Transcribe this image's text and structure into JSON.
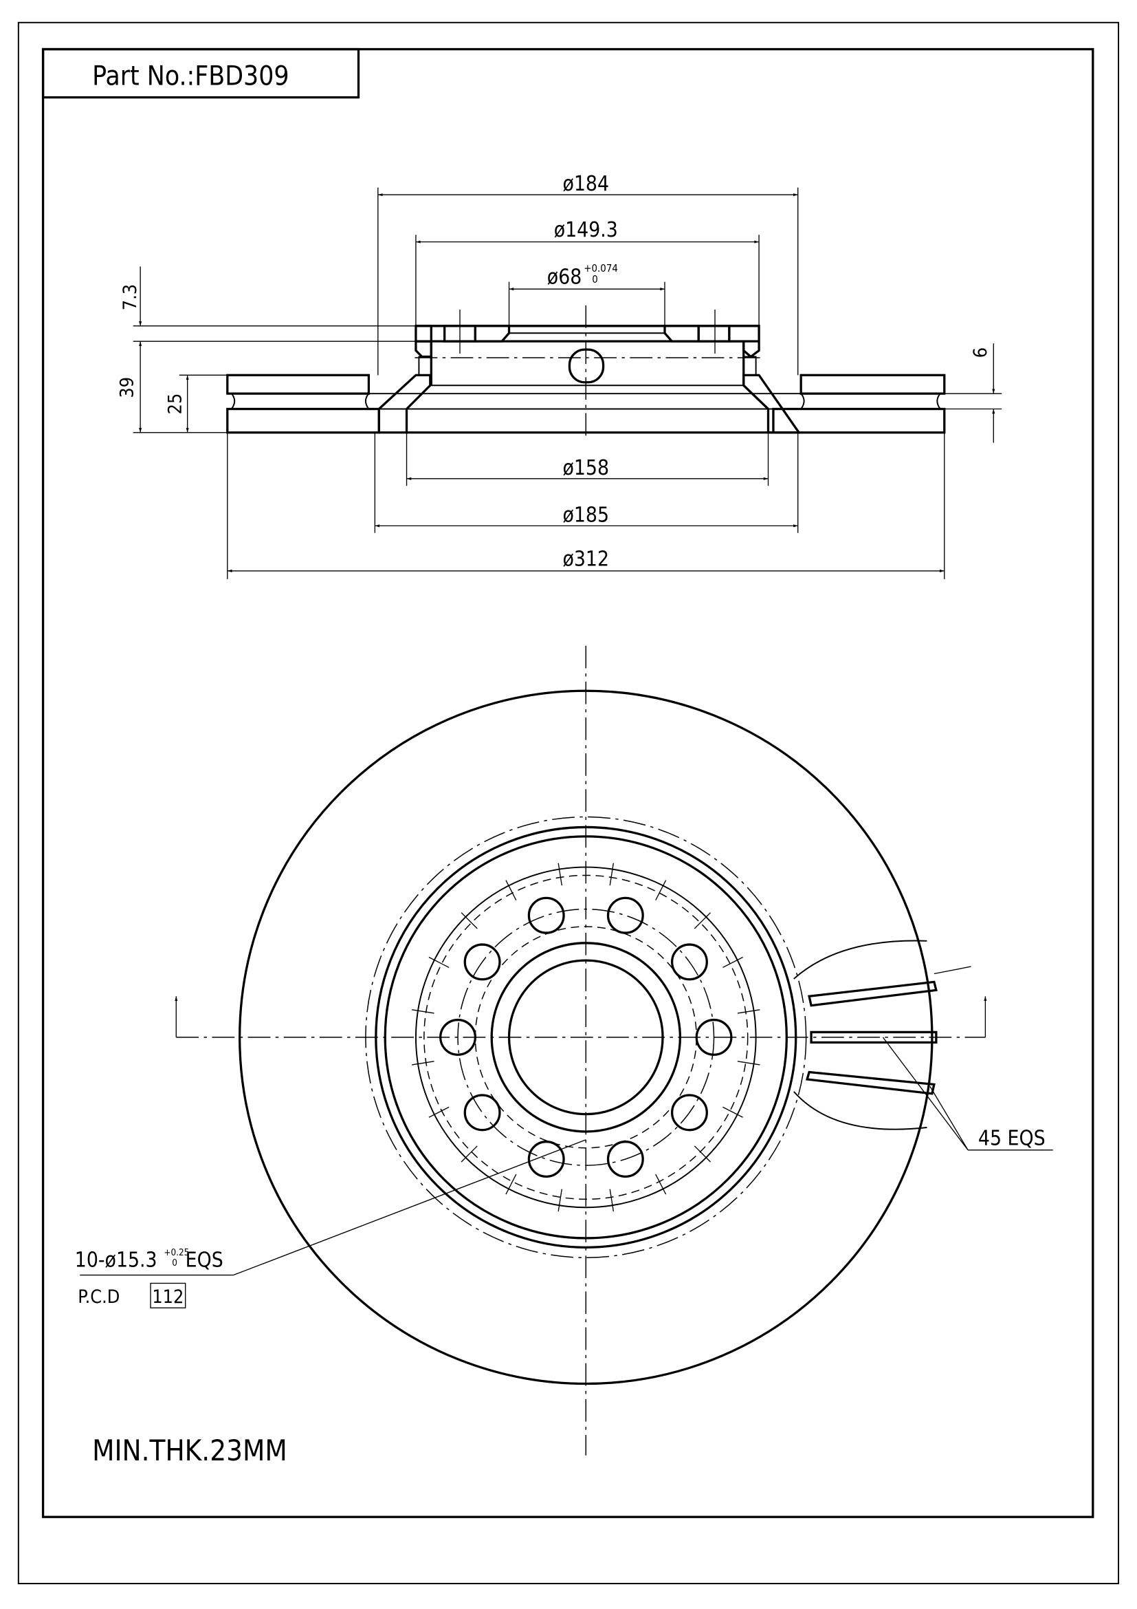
{
  "title_block": {
    "part_label": "Part No.:FBD309"
  },
  "section_view": {
    "dim_184": "ø184",
    "dim_149_3": "ø149.3",
    "dim_68": "ø68",
    "dim_68_tol_upper": "+0.074",
    "dim_68_tol_lower": "0",
    "dim_7_3": "7.3",
    "dim_39": "39",
    "dim_25": "25",
    "dim_6": "6",
    "dim_158": "ø158",
    "dim_185": "ø185",
    "dim_312": "ø312"
  },
  "plan_view": {
    "vanes_note": "45 EQS",
    "bolt_note_prefix": "10-ø15.3",
    "bolt_tol_upper": "+0.25",
    "bolt_tol_lower": "0",
    "bolt_note_suffix": "EQS",
    "pcd_label": "P.C.D",
    "pcd_value": "112",
    "bolt_hole_count": 10
  },
  "notes": {
    "min_thickness": "MIN.THK.23MM"
  }
}
